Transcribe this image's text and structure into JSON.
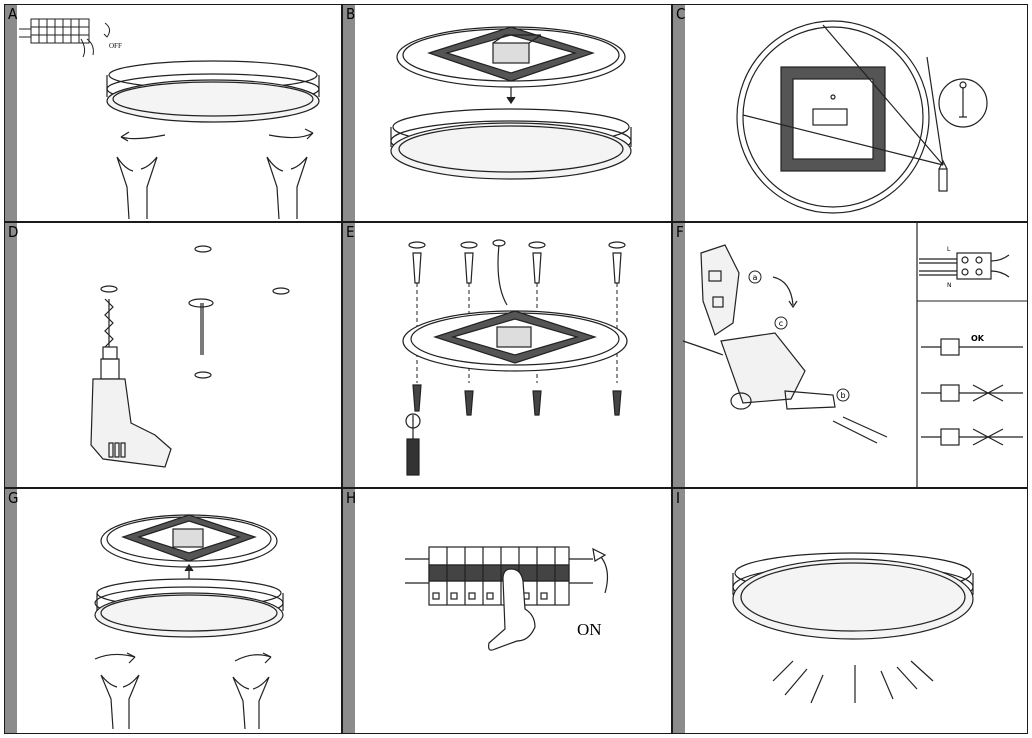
{
  "panels": [
    {
      "label": "A",
      "small_text": "OFF"
    },
    {
      "label": "B"
    },
    {
      "label": "C"
    },
    {
      "label": "D"
    },
    {
      "label": "E"
    },
    {
      "label": "F",
      "circle_a": "a",
      "circle_b": "b",
      "circle_c": "c",
      "term_L": "L",
      "term_N": "N",
      "ok_text": "OK"
    },
    {
      "label": "G"
    },
    {
      "label": "H",
      "on_text": "ON"
    },
    {
      "label": "I"
    }
  ]
}
